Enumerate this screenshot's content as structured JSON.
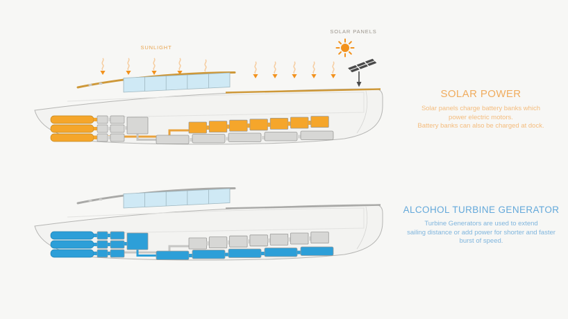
{
  "page": {
    "background_color": "#F7F7F5"
  },
  "solar_section": {
    "sunlight_label": "SUNLIGHT",
    "sunlight_label_color": "#E8A44E",
    "solar_panels_label": "SOLAR PANELS",
    "title": "SOLAR POWER",
    "description_lines": [
      "Solar panels charge battery banks which",
      "power electric motors.",
      "Battery banks can also be charged at dock."
    ],
    "accent_color": "#F5A62B",
    "accent_stroke": "#C08620",
    "pipe_color": "#E9A23B",
    "roof_color": "#CE9838",
    "title_color": "#F0AC5E",
    "description_color": "#F4BC7D"
  },
  "turbine_section": {
    "title": "ALCOHOL TURBINE GENERATOR",
    "description_lines": [
      "Turbine Generators are used to extend",
      "sailing distance or add power for shorter and faster",
      "burst of speed."
    ],
    "accent_color": "#2D9FD8",
    "accent_stroke": "#1E81B3",
    "roof_color": "#A9A9A7",
    "title_color": "#63A8DA",
    "description_color": "#7FB5DD"
  },
  "shared_colors": {
    "inactive_component": "#D7D7D5",
    "inactive_pipe": "#C6C6C4",
    "component_stroke": "#9A9A98",
    "hull_fill": "#F3F3F1",
    "hull_stroke": "#B5B5B3",
    "window_fill": "#CFE9F5",
    "window_stroke": "#9DB6BF",
    "sun_orange": "#F2921D",
    "sunray_soft": "#F6CEA2",
    "panel_dark": "#4A4A4A",
    "label_gray": "#9A948B"
  },
  "icons": {
    "sun": "sun-icon",
    "solar_panel": "solar-panel-icon",
    "sunlight_arrow": "sunlight-arrow-icon"
  }
}
